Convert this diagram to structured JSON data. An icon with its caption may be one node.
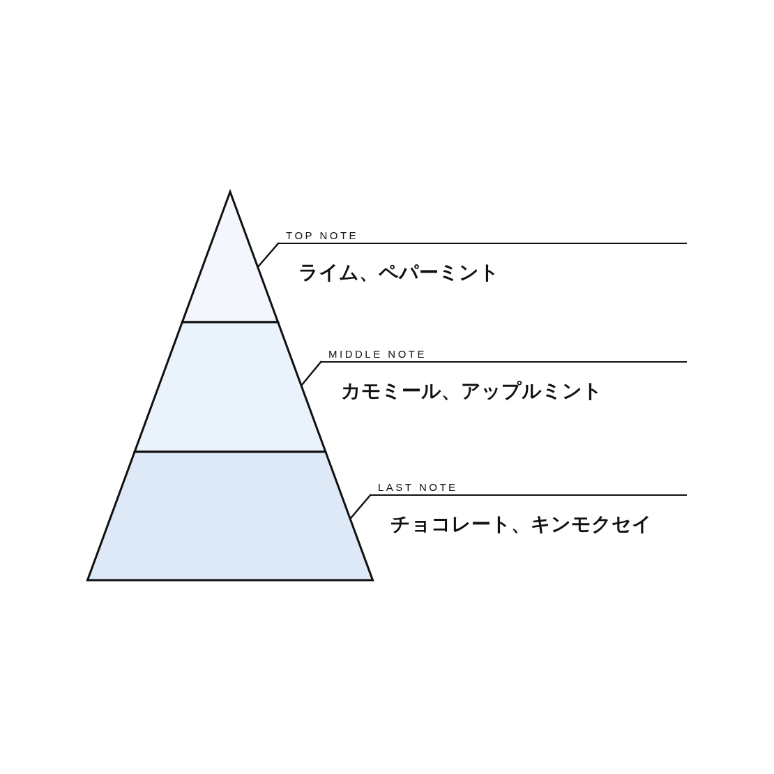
{
  "diagram": {
    "nodes": [
      {
        "text": [],
        "shape": "triangle"
      },
      {
        "text": [
          "TOP NOTE",
          "ライム、ペパーミント"
        ]
      },
      {
        "text": [],
        "shape": "trapezoid"
      },
      {
        "text": [
          "MIDDLE NOTE",
          "カモミール、アップルミント"
        ]
      },
      {
        "text": [],
        "shape": "trapezoid"
      },
      {
        "text": [
          "LAST NOTE",
          "チョコレート、キンモクセイ"
        ]
      }
    ],
    "edges": [
      {
        "from": 1,
        "to": 0,
        "arrow": "none"
      },
      {
        "from": 3,
        "to": 2,
        "arrow": "none"
      },
      {
        "from": 5,
        "to": 4,
        "arrow": "none"
      }
    ]
  }
}
